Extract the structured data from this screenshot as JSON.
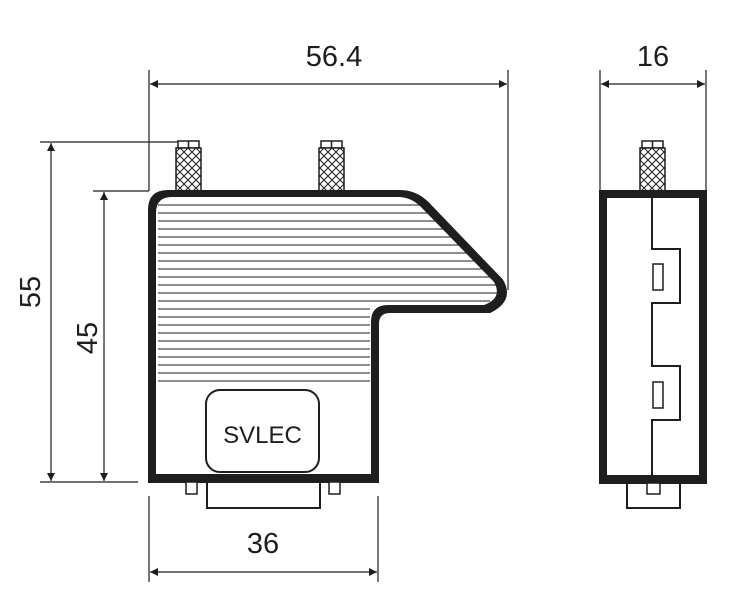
{
  "front_view": {
    "dimensions": {
      "overall_width": "56.4",
      "overall_height": "55",
      "body_height": "45",
      "base_width": "36"
    },
    "brand_label": "SVLEC"
  },
  "side_view": {
    "dimensions": {
      "width": "16"
    }
  },
  "colors": {
    "line": "#1e1e1e",
    "body_fill": "#1e1e1e",
    "background": "#ffffff"
  }
}
